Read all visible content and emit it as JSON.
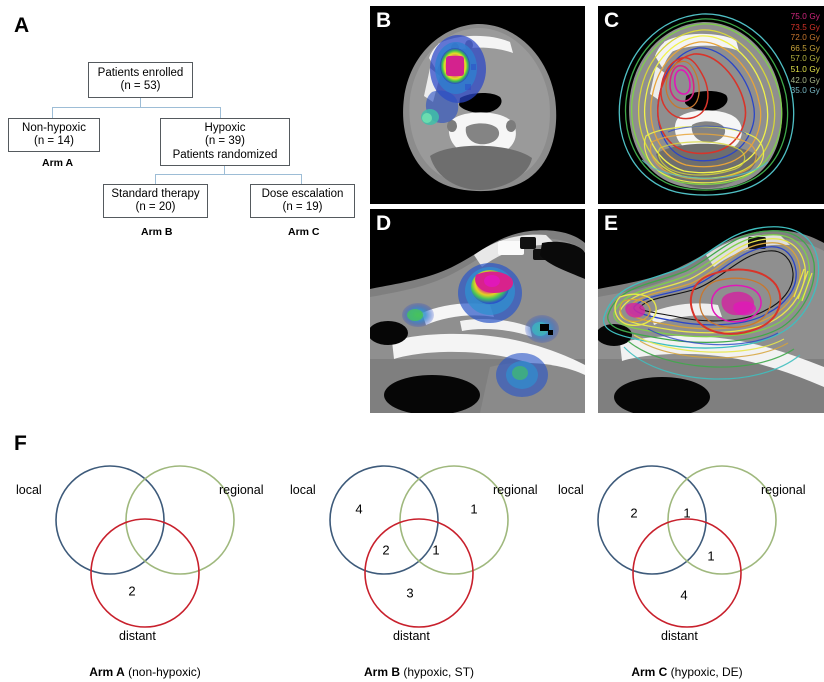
{
  "figure": {
    "panels": [
      {
        "id": "A",
        "letter": "A"
      },
      {
        "id": "B",
        "letter": "B"
      },
      {
        "id": "C",
        "letter": "C"
      },
      {
        "id": "D",
        "letter": "D"
      },
      {
        "id": "E",
        "letter": "E"
      },
      {
        "id": "F",
        "letter": "F"
      }
    ]
  },
  "flowchart": {
    "boxes": [
      {
        "id": "enrolled",
        "line1": "Patients enrolled",
        "line2": "(n = 53)",
        "line3": ""
      },
      {
        "id": "nonhypoxic",
        "line1": "Non-hypoxic",
        "line2": "(n = 14)",
        "line3": ""
      },
      {
        "id": "hypoxic",
        "line1": "Hypoxic",
        "line2": "(n = 39)",
        "line3": "Patients randomized"
      },
      {
        "id": "standard",
        "line1": "Standard therapy",
        "line2": "(n = 20)",
        "line3": ""
      },
      {
        "id": "escalation",
        "line1": "Dose escalation",
        "line2": "(n = 19)",
        "line3": ""
      }
    ],
    "arm_labels": [
      {
        "id": "armA",
        "text": "Arm A"
      },
      {
        "id": "armB",
        "text": "Arm B"
      },
      {
        "id": "armC",
        "text": "Arm C"
      }
    ]
  },
  "dose_legend": {
    "title": "",
    "entries": [
      {
        "label": "75.0 Gy",
        "color": "#d4277f"
      },
      {
        "label": "73.5 Gy",
        "color": "#d8342a"
      },
      {
        "label": "72.0 Gy",
        "color": "#c8772e"
      },
      {
        "label": "66.5 Gy",
        "color": "#c9a43a"
      },
      {
        "label": "57.0 Gy",
        "color": "#b9b640"
      },
      {
        "label": "51.0 Gy",
        "color": "#e2e24a"
      },
      {
        "label": "42.0 Gy",
        "color": "#a8b78a"
      },
      {
        "label": "35.0 Gy",
        "color": "#79b8c4"
      }
    ]
  },
  "chart_data": {
    "type": "venn",
    "title": "Patterns of failure by treatment arm",
    "set_labels": [
      "local",
      "regional",
      "distant"
    ],
    "set_colors": {
      "local": "#3d5a7a",
      "regional": "#9fb87d",
      "distant": "#c8202c"
    },
    "diagrams": [
      {
        "arm": "Arm A",
        "arm_bold": "Arm A",
        "arm_suffix": " (non-hypoxic)",
        "labels": {
          "local": "local",
          "regional": "regional",
          "distant": "distant"
        },
        "regions": [
          {
            "region": "local_only",
            "value": null
          },
          {
            "region": "regional_only",
            "value": null
          },
          {
            "region": "distant_only",
            "value": 2
          },
          {
            "region": "local_regional",
            "value": null
          },
          {
            "region": "local_distant",
            "value": null
          },
          {
            "region": "regional_distant",
            "value": null
          },
          {
            "region": "all_three",
            "value": null
          }
        ]
      },
      {
        "arm": "Arm B",
        "arm_bold": "Arm B",
        "arm_suffix": " (hypoxic, ST)",
        "labels": {
          "local": "local",
          "regional": "regional",
          "distant": "distant"
        },
        "regions": [
          {
            "region": "local_only",
            "value": 4
          },
          {
            "region": "regional_only",
            "value": 1
          },
          {
            "region": "distant_only",
            "value": 3
          },
          {
            "region": "local_regional",
            "value": null
          },
          {
            "region": "local_distant",
            "value": 2
          },
          {
            "region": "regional_distant",
            "value": 1
          },
          {
            "region": "all_three",
            "value": null
          }
        ]
      },
      {
        "arm": "Arm C",
        "arm_bold": "Arm C",
        "arm_suffix": " (hypoxic, DE)",
        "labels": {
          "local": "local",
          "regional": "regional",
          "distant": "distant"
        },
        "regions": [
          {
            "region": "local_only",
            "value": 2
          },
          {
            "region": "regional_only",
            "value": null
          },
          {
            "region": "distant_only",
            "value": 4
          },
          {
            "region": "local_regional",
            "value": 1
          },
          {
            "region": "local_distant",
            "value": null
          },
          {
            "region": "regional_distant",
            "value": 1
          },
          {
            "region": "all_three",
            "value": null
          }
        ]
      }
    ]
  },
  "venn_values": {
    "a": {
      "distant_only": "2"
    },
    "b": {
      "local_only": "4",
      "regional_only": "1",
      "local_distant": "2",
      "regional_distant": "1",
      "distant_only": "3"
    },
    "c": {
      "local_only": "2",
      "local_regional": "1",
      "regional_distant": "1",
      "distant_only": "4"
    }
  }
}
